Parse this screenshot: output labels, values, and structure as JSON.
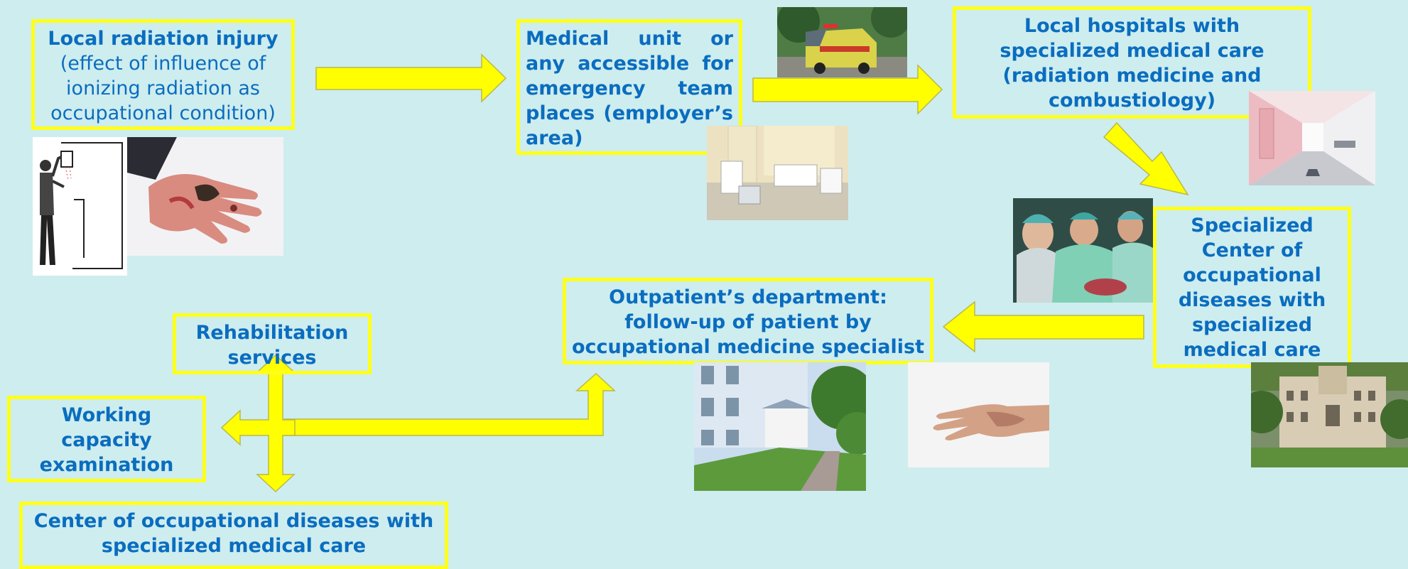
{
  "boxes": {
    "local_injury": {
      "title": "Local radiation injury",
      "detail_lines": [
        "(effect of influence of",
        "ionizing radiation as",
        "occupational condition)"
      ]
    },
    "medical_unit": {
      "text": "Medical unit or any accessible for emergency team places (employer’s area)"
    },
    "local_hospitals": {
      "lines": [
        "Local hospitals with",
        "specialized medical care",
        "(radiation medicine and",
        "combustiology)"
      ]
    },
    "specialized_center": {
      "lines": [
        "Specialized",
        "Center of",
        "occupational",
        "diseases with",
        "specialized",
        "medical care"
      ]
    },
    "outpatient": {
      "lines": [
        "Outpatient’s department:",
        "follow-up of patient by",
        "occupational medicine specialist"
      ]
    },
    "rehabilitation": {
      "lines": [
        "Rehabilitation",
        "services"
      ]
    },
    "working_capacity": {
      "lines": [
        "Working",
        "capacity",
        "examination"
      ]
    },
    "center_occupational": {
      "lines": [
        "Center of occupational diseases with",
        "specialized medical care"
      ]
    }
  },
  "photos": [
    "worker-drawing",
    "burned-hand",
    "ambulance",
    "medical-room",
    "hospital-corridor",
    "surgery-team",
    "center-building",
    "outpatient-building",
    "healed-hand"
  ],
  "colors": {
    "background": "#ceedef",
    "box_border": "#ffff1a",
    "text": "#0a6dbf",
    "arrow_fill": "#ffff00",
    "arrow_stroke": "#b8b84a"
  }
}
